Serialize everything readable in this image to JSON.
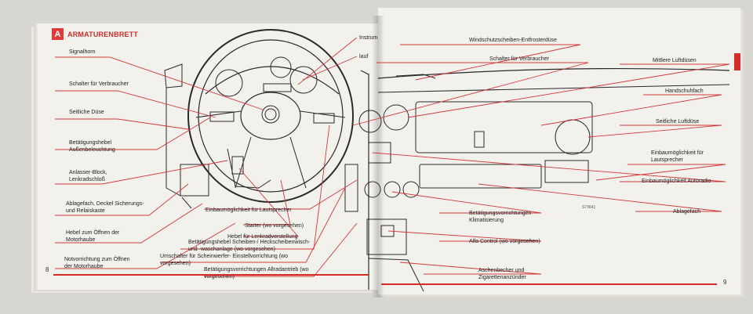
{
  "section": {
    "letter": "A",
    "title": "ARMATURENBRETT"
  },
  "left_labels": {
    "signalhorn": "Signalhorn",
    "schalter_verbraucher": "Schalter für Verbraucher",
    "seitliche_duese": "Seitliche Düse",
    "betaetigungshebel_aussen": "Betätigungshebel Außenbeleuchtung",
    "anlasser_block": "Anlasser-Block, Lenkradschloß",
    "ablagefach_deckel": "Ablagefach, Deckel Sicherungs- und Relaiskaste",
    "hebel_motorhaube": "Hebel zum Öffnen der Motorhaube",
    "notvorrichtung": "Notvorrichtung zum Öffnen der Motorhaube"
  },
  "center_labels": {
    "instrumente": "Instrum",
    "lauf": "lauf",
    "einbau_lautsprecher": "Einbaumöglichkeit für Lautsprecher",
    "starter": "Starter (wo vorgesehen)",
    "hebel_lenkrad": "Hebel für Lenkradverstellung",
    "betaetigungshebel_scheiben": "Betätigungshebel Scheiben-/ Heckscheibenwisch- und -waschanlage (wo vorgesehen)",
    "umschalter": "Umschalter für Scheinwerfer- Einstellvorrichtung (wo vorgesehen)",
    "allrad": "Betätigungsvorrichtungen Allradantrieb (wo vorgesehen)"
  },
  "right_labels": {
    "windschutz": "Windschutzscheiben-Entfrosterdüse",
    "schalter_verbraucher": "Schalter für Verbraucher",
    "mittlere_luftduesen": "Mittlere Luftdüsen",
    "handschuhfach": "Handschuhfach",
    "seitliche_luftduese": "Seitliche Luftdüse",
    "einbau_lautsprecher": "Einbaumöglichkeit für Lautsprecher",
    "einbau_autoradio": "Einbaumöglichkeit Autoradio",
    "ablagefach": "Ablagefach",
    "klimatisierung": "Betätigungsvorrichtungen Klimatisierung",
    "alfa_control": "Alfa Control (wo vorgesehen)",
    "aschenbecher": "Aschenbecher und Zigarettenanzünder"
  },
  "page_numbers": {
    "left": "8",
    "right": "9"
  },
  "figure_code": "S73641",
  "colors": {
    "accent_red": "#e23a38",
    "leader_red": "#d43a3a",
    "paper": "#f3f1ec",
    "ink": "#222222"
  }
}
